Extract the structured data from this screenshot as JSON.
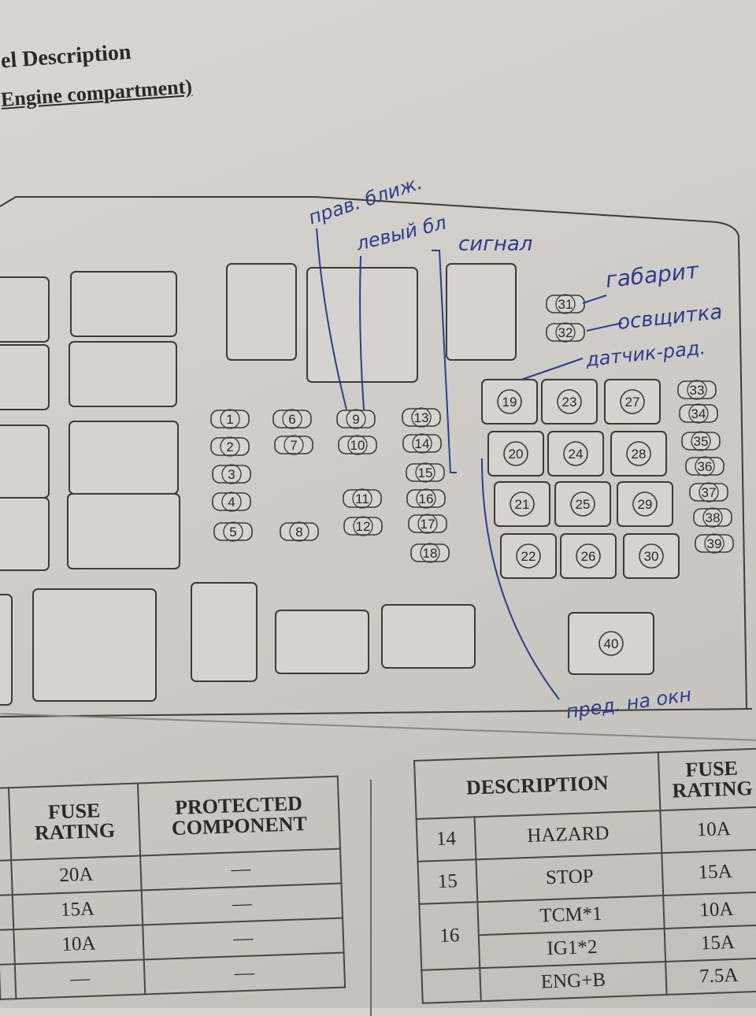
{
  "header": {
    "title": "el Description",
    "subtitle": "Engine compartment)"
  },
  "fuses": {
    "col1": [
      "1",
      "2",
      "3",
      "4",
      "5"
    ],
    "col2": [
      "6",
      "7",
      "8"
    ],
    "col3": [
      "9",
      "10",
      "11",
      "12"
    ],
    "col4": [
      "13",
      "14",
      "15",
      "16",
      "17",
      "18"
    ],
    "big": [
      "19",
      "20",
      "21",
      "22",
      "23",
      "24",
      "25",
      "26",
      "27",
      "28",
      "29",
      "30"
    ],
    "top_small": [
      "31",
      "32"
    ],
    "right_small": [
      "33",
      "34",
      "35",
      "36",
      "37",
      "38",
      "39"
    ],
    "bottom": "40"
  },
  "annotations": {
    "right_low_beam": "прав. ближ.",
    "left_low_beam": "левый бл",
    "horn": "сигнал",
    "parking_lights": "габарит",
    "dash_lighting": "освщитка",
    "radiator_sensor": "датчик-рад.",
    "window_fuse": "пред. на окн"
  },
  "left_table": {
    "headers": [
      "FUSE RATING",
      "PROTECTED COMPONENT"
    ],
    "rows": [
      [
        "20A",
        "—"
      ],
      [
        "15A",
        "—"
      ],
      [
        "10A",
        "—"
      ],
      [
        "—",
        "—"
      ]
    ]
  },
  "right_table": {
    "headers": [
      "DESCRIPTION",
      "FUSE RATING"
    ],
    "rows": [
      {
        "num": "14",
        "desc": "HAZARD",
        "rating": "10A"
      },
      {
        "num": "15",
        "desc": "STOP",
        "rating": "15A"
      },
      {
        "num": "16",
        "desc": "TCM*1",
        "rating": "10A"
      },
      {
        "num": "",
        "desc": "IG1*2",
        "rating": "15A"
      },
      {
        "num": "",
        "desc": "ENG+B",
        "rating": "7.5A"
      }
    ]
  },
  "colors": {
    "ink": "#2c3d8f",
    "print": "#2b2826",
    "paper": "#d4d0cb"
  }
}
